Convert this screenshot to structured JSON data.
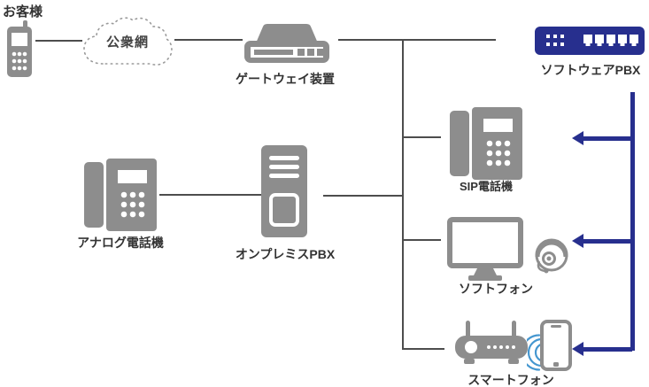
{
  "labels": {
    "customer": "お客様",
    "public_network": "公衆網",
    "gateway": "ゲートウェイ装置",
    "software_pbx": "ソフトウェアPBX",
    "analog_phone": "アナログ電話機",
    "onprem_pbx": "オンプレミスPBX",
    "sip_phone": "SIP電話機",
    "softphone": "ソフトフォン",
    "smartphone": "スマートフォン"
  },
  "colors": {
    "icon_gray": "#8d8d8d",
    "line_gray": "#4d4d4d",
    "navy": "#272f8e",
    "wifi_blue": "#4597d0",
    "text": "#333333"
  },
  "icons": {
    "mobile-phone-icon": "gray feature phone with antenna, white screen, 3x3 keypad",
    "cloud-icon": "white cloud with dotted gray outline",
    "gateway-icon": "gray desktop gateway unit with front slot and ports",
    "software-pbx-icon": "navy rack unit with indicator dots and 5 ports",
    "desk-phone-icon": "gray desk phone with handset, screen and 3x3 keypad",
    "tower-pbx-icon": "gray tower server with 3 vents and front panel",
    "monitor-icon": "gray outlined monitor with stand",
    "headset-person-icon": "gray outline of operator wearing headset with mic",
    "wifi-router-icon": "gray router with two antennas, ring light and dots",
    "wifi-waves-icon": "blue wireless signal arcs",
    "smartphone-icon": "gray outlined smartphone",
    "left-arrow-icon": "navy left-pointing arrow"
  }
}
